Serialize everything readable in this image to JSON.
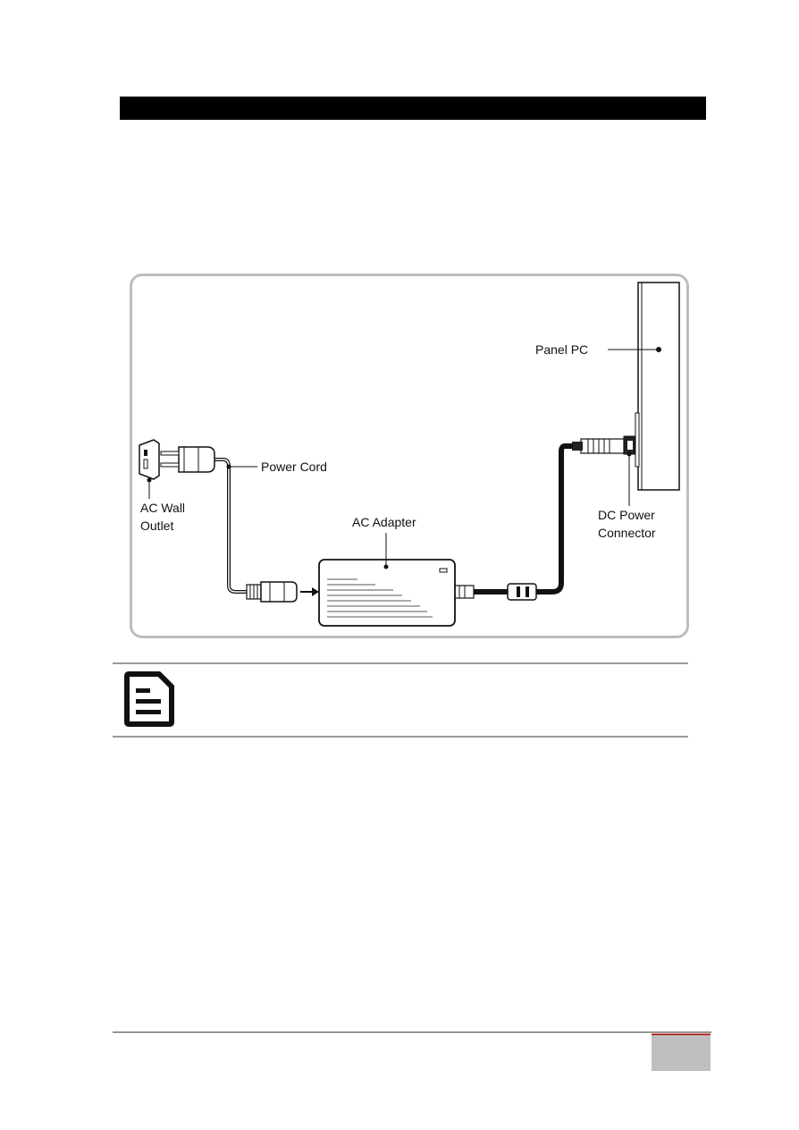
{
  "diagram": {
    "labels": {
      "panel_pc": "Panel PC",
      "power_cord": "Power Cord",
      "ac_wall_outlet_line1": "AC Wall",
      "ac_wall_outlet_line2": "Outlet",
      "ac_adapter": "AC Adapter",
      "dc_power_connector_line1": "DC Power",
      "dc_power_connector_line2": "Connector"
    }
  },
  "colors": {
    "header_bar": "#000000",
    "frame_border": "#bdbdbd",
    "page_box": "#bfbfbf",
    "page_box_accent": "#b3312a"
  },
  "icons": {
    "note": "note-document-icon"
  }
}
